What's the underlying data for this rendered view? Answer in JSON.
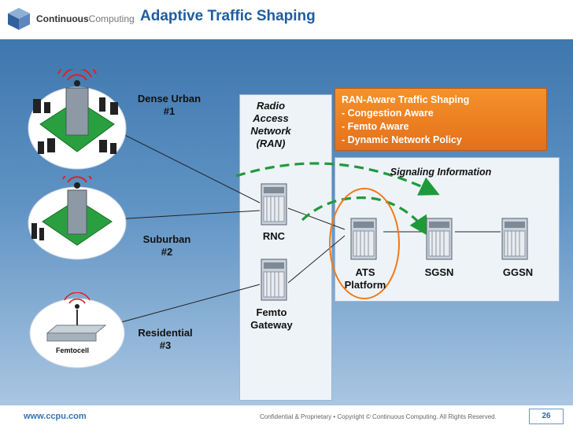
{
  "header": {
    "logo_bold": "Continuous",
    "logo_light": "Computing",
    "title": "Adaptive Traffic Shaping"
  },
  "zones": {
    "dense_urban": "Dense Urban\n#1",
    "suburban": "Suburban\n#2",
    "residential": "Residential\n#3",
    "femtocell": "Femtocell"
  },
  "ran": {
    "label": "Radio\nAccess\nNetwork\n(RAN)",
    "rnc": "RNC",
    "femto_gateway": "Femto\nGateway"
  },
  "core": {
    "signaling": "Signaling Information",
    "ats": "ATS\nPlatform",
    "sgsn": "SGSN",
    "ggsn": "GGSN"
  },
  "aware": {
    "title": "RAN-Aware Traffic Shaping",
    "items": [
      "Congestion Aware",
      "Femto Aware",
      "Dynamic Network Policy"
    ]
  },
  "colors": {
    "title_blue": "#1f5d9e",
    "orange": "#e8761c",
    "signal_green": "#1f9a3a",
    "ats_circle": "#ee7a1a"
  },
  "footer": {
    "url": "www.ccpu.com",
    "confidential": "Confidential & Proprietary  •  Copyright © Continuous Computing. All Rights Reserved.",
    "page": "26"
  }
}
